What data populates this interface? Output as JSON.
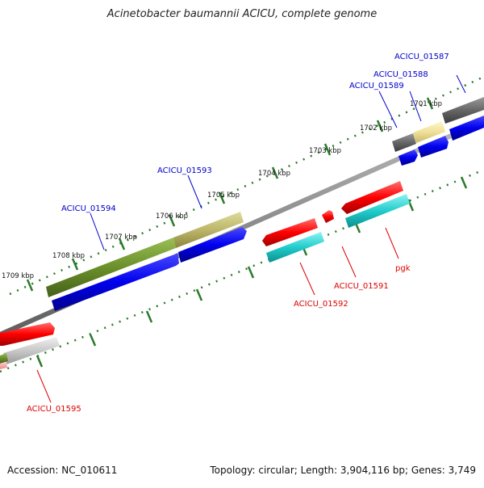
{
  "title": "Acinetobacter baumannii ACICU, complete genome",
  "footer": {
    "accession": "Accession: NC_010611",
    "topology": "Topology: circular; Length: 3,904,116 bp; Genes: 3,749"
  },
  "colors": {
    "forward_label": "#0000cc",
    "reverse_label": "#dd0000",
    "backbone": "#888888",
    "tick": "#2a7a2a"
  },
  "kbp_ticks": [
    {
      "label": "1701 kbp"
    },
    {
      "label": "1702 kbp"
    },
    {
      "label": "1703 kbp"
    },
    {
      "label": "1704 kbp"
    },
    {
      "label": "1705 kbp"
    },
    {
      "label": "1706 kbp"
    },
    {
      "label": "1707 kbp"
    },
    {
      "label": "1708 kbp"
    },
    {
      "label": "1709 kbp"
    }
  ],
  "forward_gene_labels": [
    "ACICU_01587",
    "ACICU_01588",
    "ACICU_01589",
    "ACICU_01593",
    "ACICU_01594"
  ],
  "reverse_gene_labels": [
    "pgk",
    "ACICU_01591",
    "ACICU_01592",
    "ACICU_01595"
  ]
}
